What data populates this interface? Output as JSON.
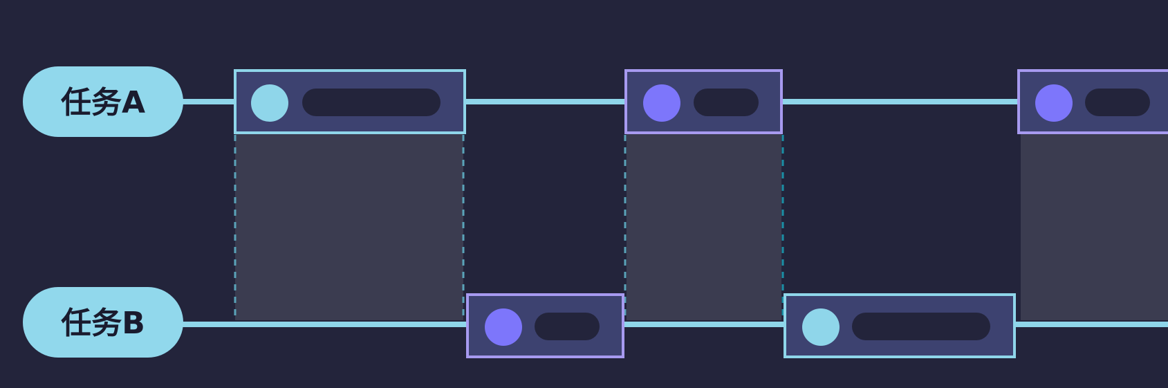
{
  "tasks": [
    {
      "id": "a",
      "label": "任务A"
    },
    {
      "id": "b",
      "label": "任务B"
    }
  ],
  "colors": {
    "background": "#23243b",
    "label_pill": "#91d8ec",
    "label_text": "#1a1b2e",
    "timeline": "#8fd6ea",
    "block_fill": "#3d4270",
    "block_border_cyan": "#8fd6ea",
    "block_border_purple": "#a79af0",
    "dot_cyan": "#8fd6ea",
    "dot_purple": "#7d76fb",
    "bar": "#23243b",
    "shadow": "#3b3c50",
    "dash_cyan": "#5aa3b9",
    "dash_teal": "#1b8fa6"
  },
  "segments": [
    {
      "task": "a",
      "variant": "cyan"
    },
    {
      "task": "b",
      "variant": "purple"
    },
    {
      "task": "a",
      "variant": "purple"
    },
    {
      "task": "b",
      "variant": "cyan"
    },
    {
      "task": "a",
      "variant": "purple"
    }
  ]
}
